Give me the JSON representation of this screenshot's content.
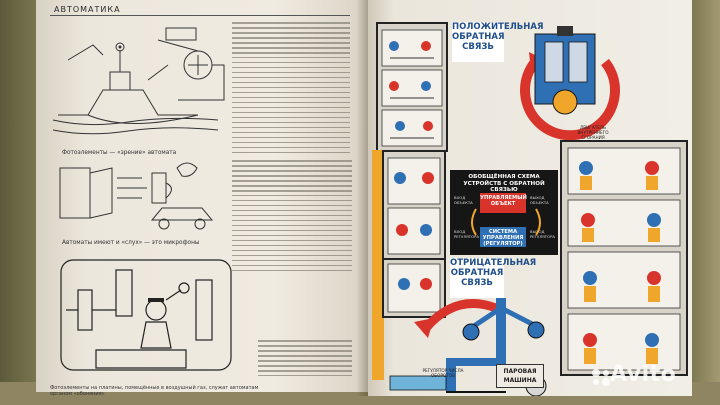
{
  "left_page": {
    "header": "АВТОМАТИКА",
    "captions": [
      "Фотоэлементы — «зрение» автомата",
      "Автоматы имеют и «слух» — это микрофоны",
      "Фотоэлементы на платины, помещённые в воздушный газ, служат автоматам органом «обоняния»"
    ]
  },
  "right_page": {
    "positive_feedback_label": "ПОЛОЖИТЕЛЬНАЯ ОБРАТНАЯ СВЯЗЬ",
    "negative_feedback_label": "ОТРИЦАТЕЛЬНАЯ ОБРАТНАЯ СВЯЗЬ",
    "schema": {
      "title": "ОБОБЩЁННАЯ СХЕМА УСТРОЙСТВ С ОБРАТНОЙ СВЯЗЬЮ",
      "object": "УПРАВЛЯЕМЫЙ ОБЪЕКТ",
      "system": "СИСТЕМА УПРАВЛЕНИЯ (РЕГУЛЯТОР)",
      "input_top": "ВХОД ОБЪЕКТА",
      "output_top": "ВЫХОД ОБЪЕКТА",
      "input_bottom": "ВХОД РЕГУЛЯТОРА",
      "output_bottom": "ВЫХОД РЕГУЛЯТОРА"
    },
    "engine_label": "ДВИГАТЕЛЬ ВНУТРЕННЕГО СГОРАНИЯ",
    "regulator_label": "РЕГУЛЯТОР ЧИСЛА ОБОРОТОВ",
    "steam_engine_label": "ПАРОВАЯ МАШИНА"
  },
  "watermark": "Avito",
  "colors": {
    "orange": "#f0a62a",
    "blue": "#2f6fb3",
    "red": "#d9342b",
    "paper": "#f0ebe1"
  }
}
